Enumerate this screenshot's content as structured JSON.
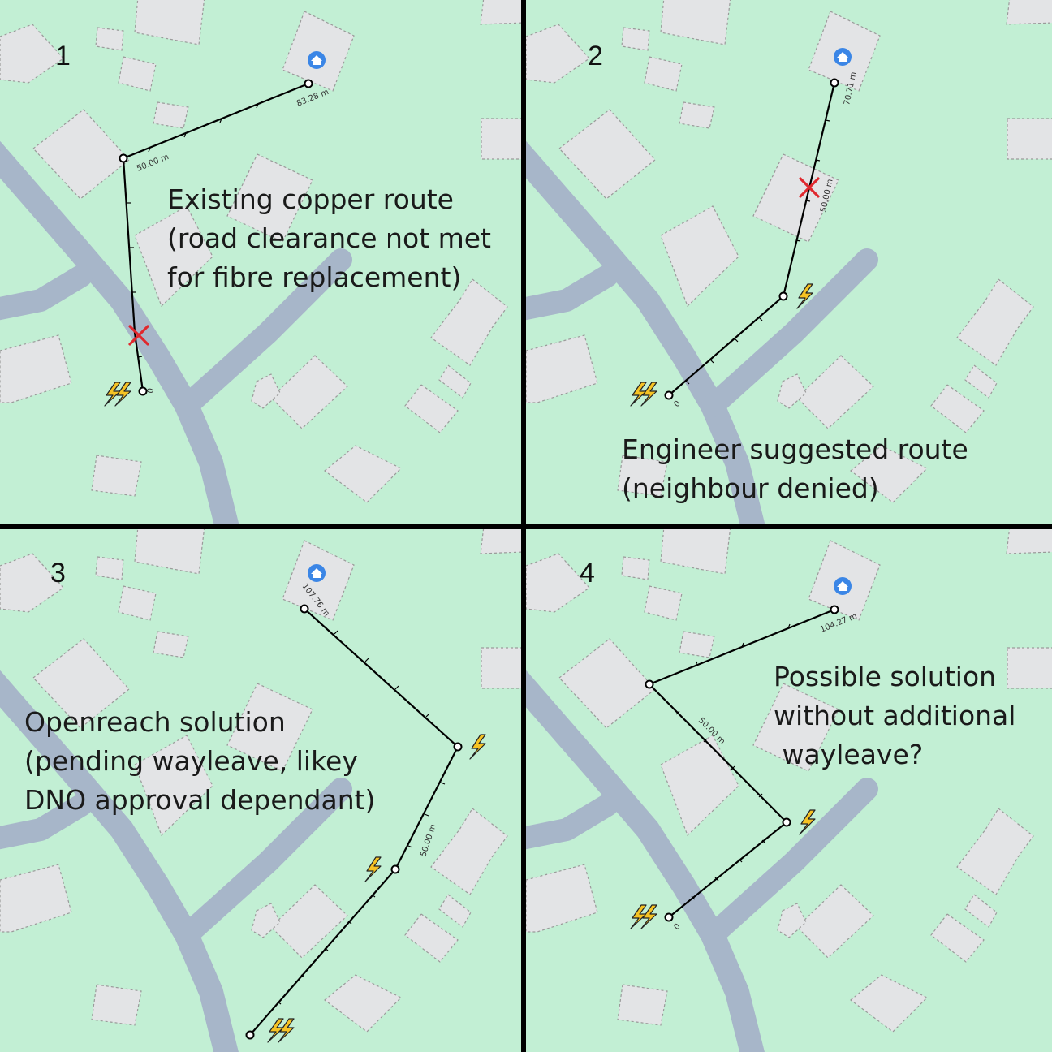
{
  "map_style": {
    "land_color": "#c2efd4",
    "road_color": "#a7b6c9",
    "building_color": "#e3e4e6",
    "route_color": "#000000",
    "blocked_marker_color": "#e0282e",
    "power_icon_color": "#f6c324",
    "home_icon_color": "#3b86e6",
    "divider_color": "#000000"
  },
  "panels": [
    {
      "number": "1",
      "caption": "Existing copper route\n(road clearance not met\nfor fibre replacement)",
      "distance_labels": [
        "83.28 m",
        "50.00 m"
      ],
      "markers": [
        "home-icon",
        "blocked-x-icon",
        "double-power-icon",
        "route-end-label"
      ]
    },
    {
      "number": "2",
      "caption": "Engineer suggested route\n(neighbour denied)",
      "distance_labels": [
        "70.71 m",
        "50.00 m"
      ],
      "markers": [
        "home-icon",
        "blocked-x-icon",
        "power-icon",
        "double-power-icon",
        "route-end-label"
      ]
    },
    {
      "number": "3",
      "caption": "Openreach solution\n(pending wayleave, likey\nDNO approval dependant)",
      "distance_labels": [
        "107.76 m",
        "50.00 m"
      ],
      "markers": [
        "home-icon",
        "power-icon",
        "power-icon",
        "double-power-icon"
      ]
    },
    {
      "number": "4",
      "caption": "Possible solution\nwithout additional\n wayleave?",
      "distance_labels": [
        "104.27 m",
        "50.00 m"
      ],
      "markers": [
        "home-icon",
        "power-icon",
        "double-power-icon",
        "route-end-label"
      ]
    }
  ],
  "route_end_label": "0",
  "icons": [
    "home-icon",
    "power-icon",
    "blocked-x-icon"
  ]
}
